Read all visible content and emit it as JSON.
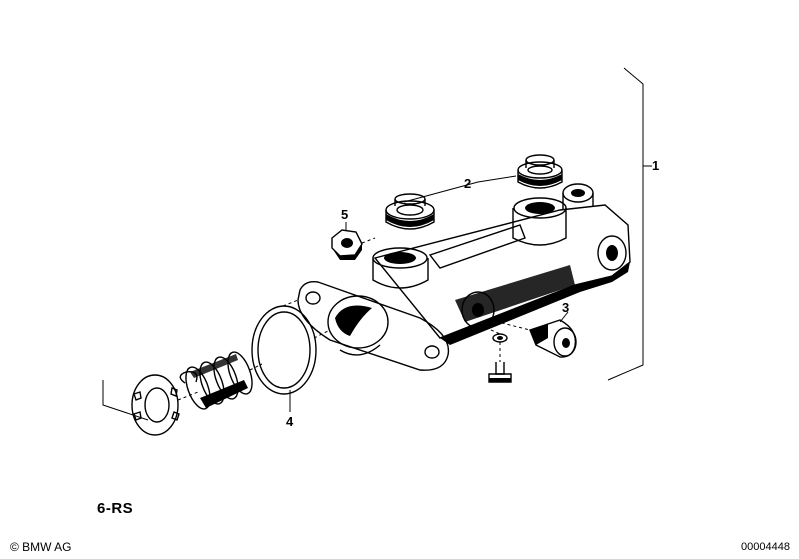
{
  "callouts": {
    "c1": "1",
    "c2": "2",
    "c3": "3",
    "c4": "4",
    "c5": "5"
  },
  "footer": {
    "variant": "6-RS",
    "copyright": "© BMW AG",
    "doc_id": "00004448"
  }
}
